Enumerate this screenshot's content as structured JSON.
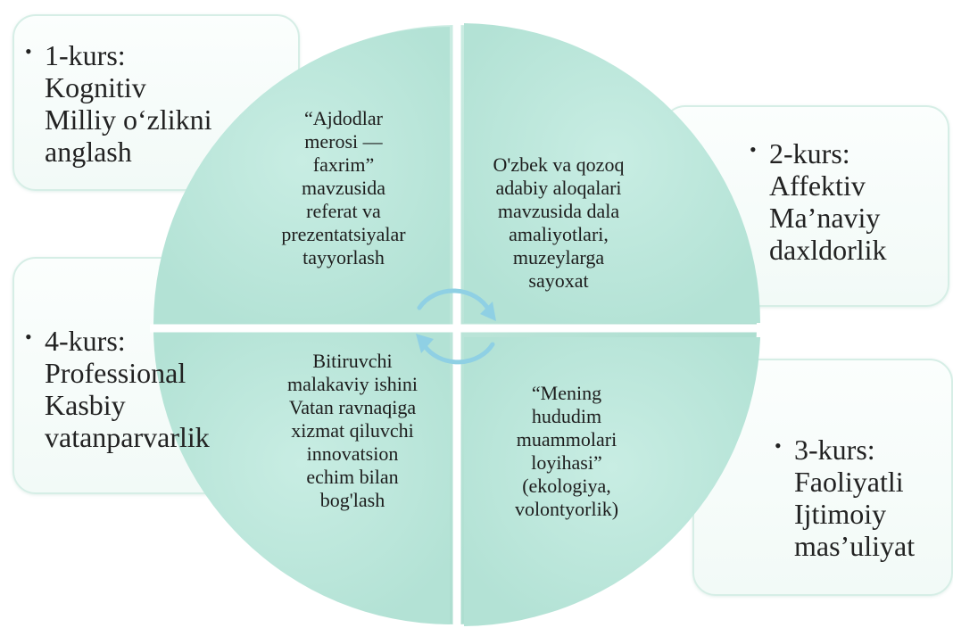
{
  "colors": {
    "circle_fill": "#bde8dc",
    "circle_edge": "#a6dccd",
    "divider": "#ffffff",
    "card_border": "#d6eee6",
    "text": "#222222"
  },
  "stages": [
    {
      "course": "1-kurs:",
      "lines": [
        "Kognitiv",
        "Milliy o‘zlikni",
        "anglash"
      ]
    },
    {
      "course": "2-kurs:",
      "lines": [
        "Affektiv",
        "Ma’naviy",
        "daxldorlik"
      ]
    },
    {
      "course": "3-kurs:",
      "lines": [
        "Faoliyatli",
        "Ijtimoiy",
        "mas’uliyat"
      ]
    },
    {
      "course": "4-kurs:",
      "lines": [
        "Professional",
        "Kasbiy",
        "vatanparvarlik"
      ]
    }
  ],
  "activities": [
    {
      "lines": [
        "“Ajdodlar",
        "merosi —",
        "faxrim”",
        "mavzusida",
        "referat va",
        "prezentatsiyalar",
        "tayyorlash"
      ]
    },
    {
      "lines": [
        "O'zbek va qozoq",
        "adabiy aloqalari",
        "mavzusida dala",
        "amaliyotlari,",
        "muzeylarga",
        "sayoxat"
      ]
    },
    {
      "lines": [
        "“Mening",
        "hududim",
        "muammolari",
        "loyihasi”",
        "(ekologiya,",
        "volontyorlik)"
      ]
    },
    {
      "lines": [
        "Bitiruvchi",
        "malakaviy ishini",
        "Vatan ravnaqiga",
        "xizmat qiluvchi",
        "innovatsion",
        "echim bilan",
        "bog'lash"
      ]
    }
  ],
  "center_icon": "cycle-arrows-icon"
}
